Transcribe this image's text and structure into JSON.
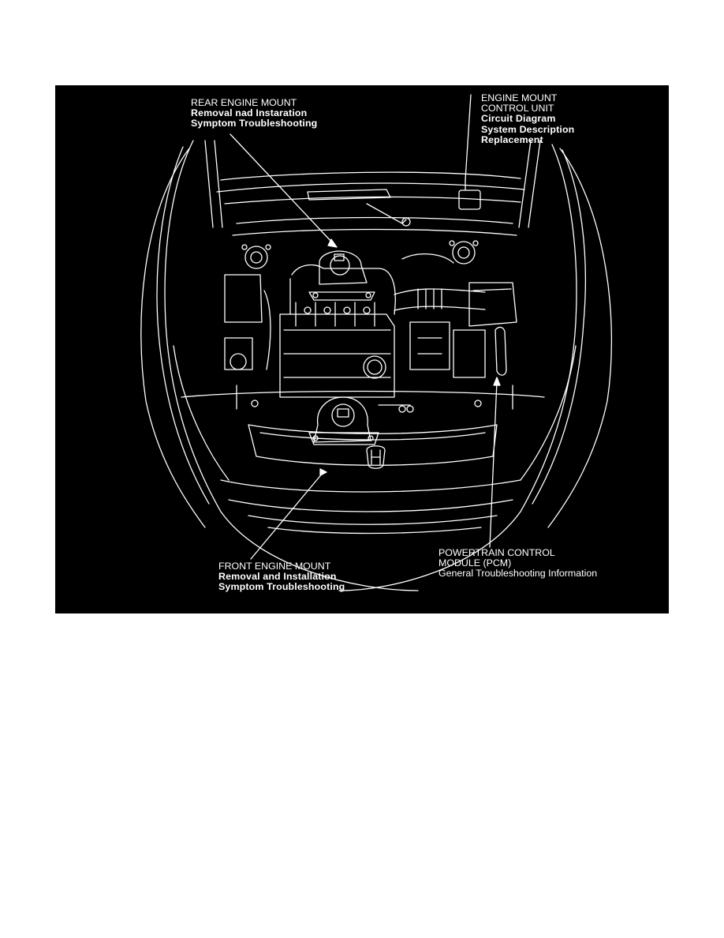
{
  "page": {
    "background": "#ffffff",
    "diagram_background": "#000000",
    "line_color": "#ffffff"
  },
  "diagram": {
    "subject": "engine-compartment-component-locations",
    "callouts": {
      "rear_engine_mount": {
        "title": "REAR ENGINE MOUNT",
        "links": [
          "Removal nad Instaration",
          "Symptom Troubleshooting"
        ]
      },
      "engine_mount_control_unit": {
        "title_line1": "ENGINE MOUNT",
        "title_line2": "CONTROL UNIT",
        "links": [
          "Circuit Diagram",
          "System Description",
          "Replacement"
        ]
      },
      "front_engine_mount": {
        "title": "FRONT ENGINE MOUNT",
        "links": [
          "Removal and Installation",
          "Symptom Troubleshooting"
        ]
      },
      "powertrain_control_module": {
        "title_line1": "POWERTRAIN CONTROL",
        "title_line2": "MODULE (PCM)",
        "links": [
          "General Troubleshooting Information"
        ]
      }
    }
  }
}
